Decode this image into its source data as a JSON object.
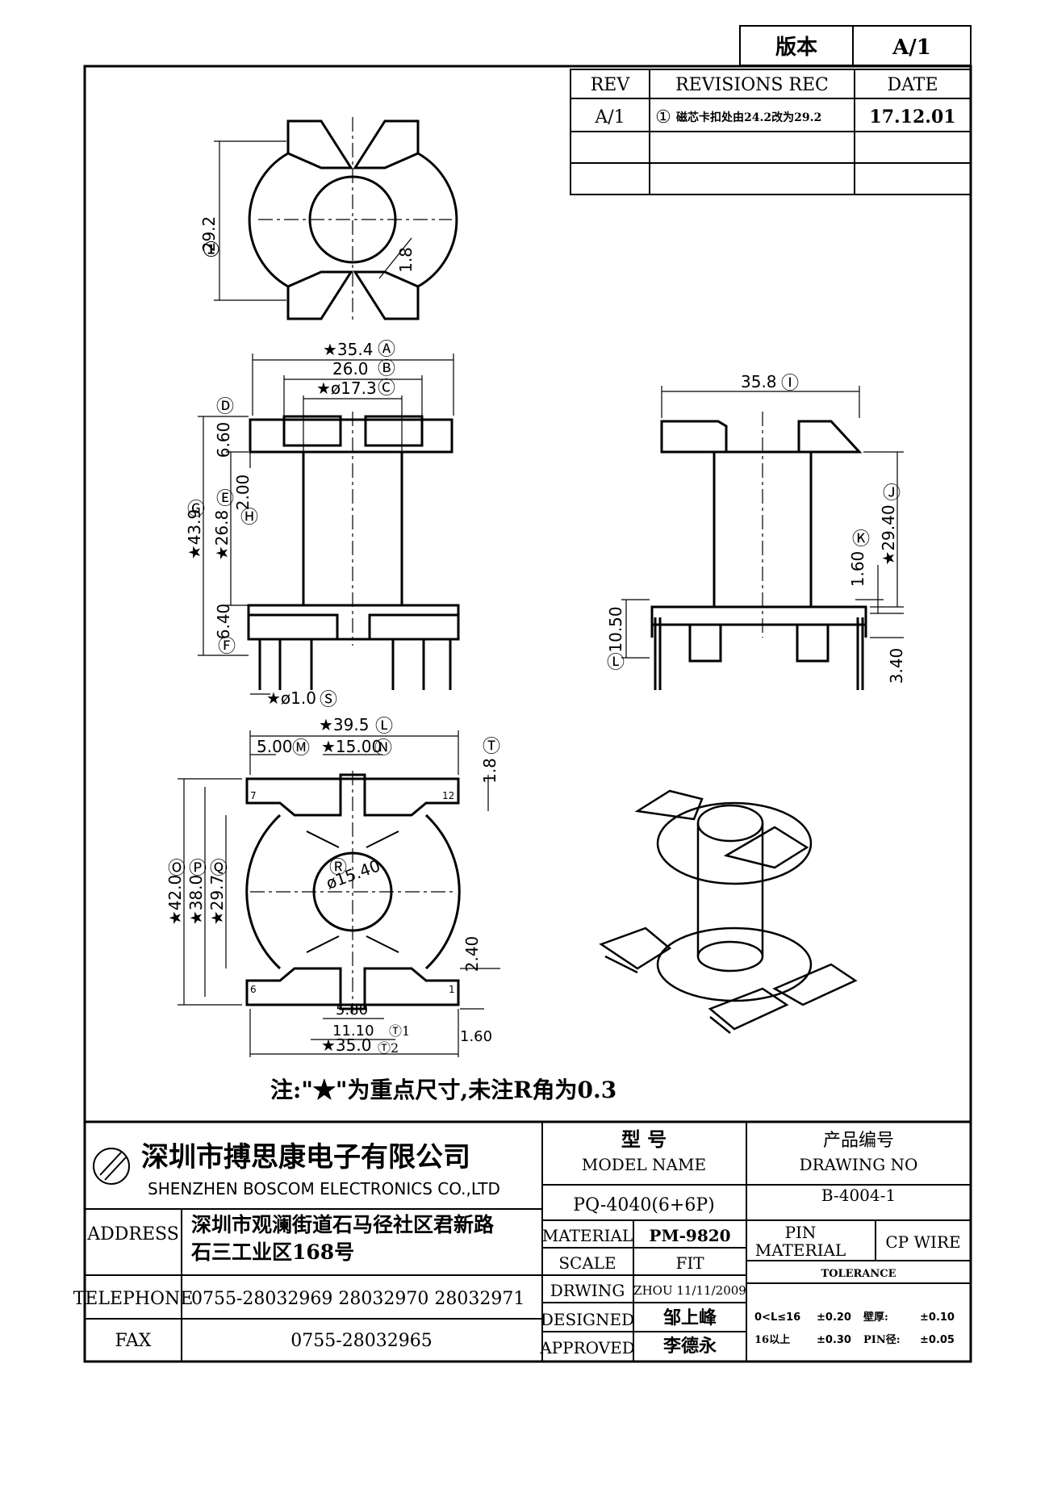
{
  "version_box": {
    "label": "版本",
    "value": "A/1"
  },
  "revisions": {
    "headers": {
      "rev": "REV",
      "rec": "REVISIONS REC",
      "date": "DATE"
    },
    "rows": [
      {
        "rev": "A/1",
        "marker": "①",
        "rec": "磁芯卡扣处由24.2改为29.2",
        "date": "17.12.01"
      }
    ]
  },
  "dimensions": {
    "top_view": {
      "height": "29.2",
      "wall": "1.8",
      "height_marker": "①"
    },
    "front_view": {
      "overall_width": "★35.4",
      "overall_width_marker": "Ⓐ",
      "flange_width": "26.0",
      "flange_width_marker": "Ⓑ",
      "core_diameter": "★ø17.3",
      "core_diameter_marker": "Ⓒ",
      "top_flange": "6.60",
      "top_flange_marker": "Ⓓ",
      "slot": "2.00",
      "slot_marker": "Ⓗ",
      "overall_height": "★43.9",
      "overall_height_marker": "Ⓖ",
      "winding_height": "★26.8",
      "winding_height_marker": "Ⓔ",
      "bottom_flange": "6.40",
      "bottom_flange_marker": "Ⓕ",
      "pin_diameter": "★ø1.0",
      "pin_diameter_marker": "Ⓢ"
    },
    "side_view": {
      "width": "35.8",
      "width_marker": "Ⓘ",
      "winding_height": "★29.40",
      "winding_height_marker": "Ⓙ",
      "wall": "1.60",
      "wall_marker": "Ⓚ",
      "base_height": "10.50",
      "base_height_marker": "Ⓛ",
      "pin_length": "3.40"
    },
    "bottom_view": {
      "overall_width": "★39.5",
      "overall_width_marker": "Ⓛ",
      "pin_pitch": "5.00",
      "pin_pitch_marker": "Ⓜ",
      "span": "★15.00",
      "span_marker": "Ⓝ",
      "notch_depth": "1.8",
      "notch_depth_marker": "Ⓣ",
      "h1": "★42.0",
      "h1_marker": "Ⓞ",
      "h2": "★38.0",
      "h2_marker": "Ⓟ",
      "h3": "★29.7",
      "h3_marker": "Ⓠ",
      "bore": "ø15.40",
      "bore_marker": "Ⓡ",
      "step": "2.40",
      "slot_inner": "5.80",
      "slot_outer": "11.10",
      "slot_outer_marker": "Ⓣ1",
      "edge": "1.60",
      "pin_span": "★35.0",
      "pin_span_marker": "Ⓣ2",
      "pin_label_7": "7",
      "pin_label_12": "12",
      "pin_label_6": "6",
      "pin_label_1": "1"
    }
  },
  "note": "注:\"★\"为重点尺寸,未注R角为0.3",
  "company": {
    "name_cn": "深圳市搏思康电子有限公司",
    "name_en": "SHENZHEN BOSCOM ELECTRONICS CO.,LTD"
  },
  "address": {
    "label": "ADDRESS",
    "line1": "深圳市观澜街道石马径社区君新路",
    "line2": "石三工业区168号"
  },
  "telephone": {
    "label": "TELEPHONE",
    "value": "0755-28032969 28032970 28032971"
  },
  "fax": {
    "label": "FAX",
    "value": "0755-28032965"
  },
  "model": {
    "label_cn": "型 号",
    "label_en": "MODEL NAME",
    "value": "PQ-4040(6+6P)"
  },
  "drawing_no": {
    "label_cn": "产品编号",
    "label_en": "DRAWING NO",
    "value": "B-4004-1"
  },
  "material": {
    "label": "MATERIAL",
    "value": "PM-9820"
  },
  "scale": {
    "label": "SCALE",
    "value": "FIT"
  },
  "drwing": {
    "label": "DRWING",
    "value": "ZHOU 11/11/2009"
  },
  "designed": {
    "label": "DESIGNED",
    "value": "邹上峰"
  },
  "approved": {
    "label": "APPROVED",
    "value": "李德永"
  },
  "pin_material": {
    "label1": "PIN",
    "label2": "MATERIAL",
    "value": "CP WIRE"
  },
  "tolerance": {
    "label": "TOLERANCE",
    "row1_range": "0<L≤16",
    "row1_value": "±0.20",
    "row1_wall": "壁厚:",
    "row1_wall_value": "±0.10",
    "row2_range": "16以上",
    "row2_value": "±0.30",
    "row2_pin": "PIN径:",
    "row2_pin_value": "±0.05"
  }
}
